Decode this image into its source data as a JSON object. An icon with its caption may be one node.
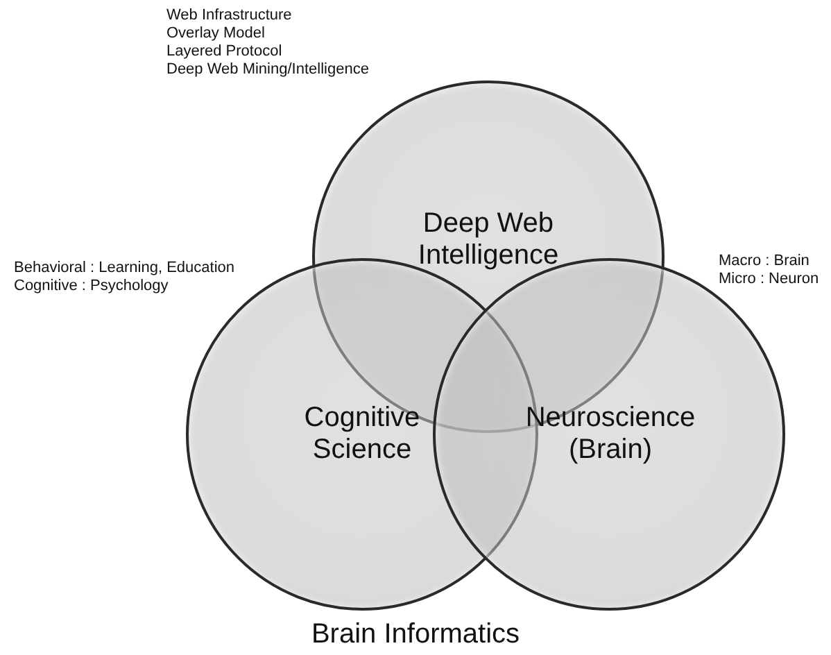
{
  "diagram": {
    "caption": "Brain Informatics",
    "nodes": [
      {
        "text": [
          "Deep Web Intelligence"
        ],
        "beside": [
          "Web Infrastructure",
          "Overlay Model",
          "Layered Protocol",
          "Deep Web Mining/Intelligence"
        ]
      },
      {
        "text": [
          "Cognitive Science"
        ],
        "beside": [
          "Behavioral : Learning, Education",
          "Cognitive : Psychology"
        ]
      },
      {
        "text": [
          "Neuroscience (Brain)"
        ]
      }
    ],
    "labels": [
      "Macro : Brain",
      "Micro : Neuron"
    ]
  }
}
